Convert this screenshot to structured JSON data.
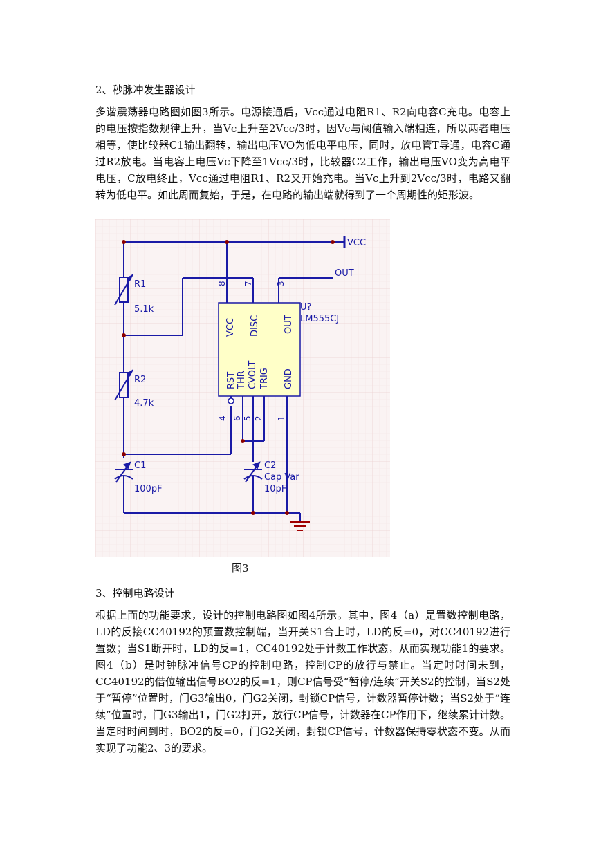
{
  "sections": [
    {
      "heading": "2、秒脉冲发生器设计",
      "paragraph": "多谐震荡器电路图如图3所示。电源接通后，Vcc通过电阻R1、R2向电容C充电。电容上的电压按指数规律上升，当Vc上升至2Vcc/3时，因Vc与阈值输入端相连，所以两者电压相等，使比较器C1输出翻转，输出电压VO为低电平电压，同时，放电管T导通，电容C通过R2放电。当电容上电压Vc下降至1Vcc/3时，比较器C2工作，输出电压VO变为高电平电压，C放电终止，Vcc通过电阻R1、R2又开始充电。当Vc上升到2Vcc/3时，电路又翻转为低电平。如此周而复始，于是，在电路的输出端就得到了一个周期性的矩形波。"
    },
    {
      "heading": "3、控制电路设计",
      "paragraph": "根据上面的功能要求，设计的控制电路图如图4所示。其中，图4（a）是置数控制电路，LD的反接CC40192的预置数控制端，当开关S1合上时，LD的反=0，对CC40192进行置数；当S1断开时，LD的反=1，CC40192处于计数工作状态，从而实现功能1的要求。图4（b）是时钟脉冲信号CP的控制电路，控制CP的放行与禁止。当定时时间未到，CC40192的借位输出信号BO2的反=1，则CP信号受“暂停/连续”开关S2的控制，当S2处于“暂停”位置时，门G3输出0，门G2关闭，封锁CP信号，计数器暂停计数；当S2处于“连续”位置时，门G3输出1，门G2打开，放行CP信号，计数器在CP作用下，继续累计计数。当定时时间到时，BO2的反=0，门G2关闭，封锁CP信号，计数器保持零状态不变。从而实现了功能2、3的要求。"
    }
  ],
  "figure": {
    "caption": "图3",
    "labels": {
      "vcc": "VCC",
      "out": "OUT",
      "chip_ref": "U?",
      "chip_part": "LM555CJ",
      "pin_vcc": "VCC",
      "pin_disc": "DISC",
      "pin_out": "OUT",
      "pin_rst": "RST",
      "pin_thr": "THR",
      "pin_cvolt": "CVOLT",
      "pin_trig": "TRIG",
      "pin_gnd": "GND",
      "pin8": "8",
      "pin7": "7",
      "pin3": "3",
      "pin4": "4",
      "pin6": "6",
      "pin5": "5",
      "pin2": "2",
      "pin1": "1",
      "r1_name": "R1",
      "r1_value": "5.1k",
      "r2_name": "R2",
      "r2_value": "4.7k",
      "c1_name": "C1",
      "c1_value": "100pF",
      "c2_name": "C2",
      "c2_type": "Cap Var",
      "c2_value": "10pF"
    },
    "colors": {
      "wire": "#1a1aa6",
      "junction": "#8b0000",
      "grid_background": "#faf3f3",
      "grid_line": "#f0dcdc",
      "chip_fill": "#ffffc8",
      "ground": "#a00000"
    }
  }
}
